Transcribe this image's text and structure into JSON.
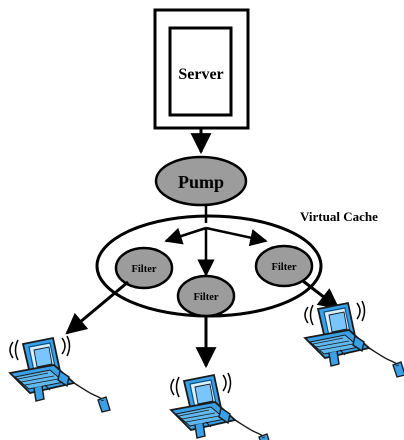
{
  "diagram": {
    "server_label": "Server",
    "pump_label": "Pump",
    "cache_label": "Virtual Cache",
    "filters": [
      {
        "label": "Filter"
      },
      {
        "label": "Filter"
      },
      {
        "label": "Filter"
      }
    ],
    "icons": {
      "computer_left": "computer-icon",
      "computer_center": "computer-icon",
      "computer_right": "computer-icon"
    },
    "colors": {
      "node_fill": "#9c9c9c",
      "stroke": "#000000",
      "computer_fill": "#3aa0e8",
      "computer_light": "#d7f0ff"
    }
  }
}
